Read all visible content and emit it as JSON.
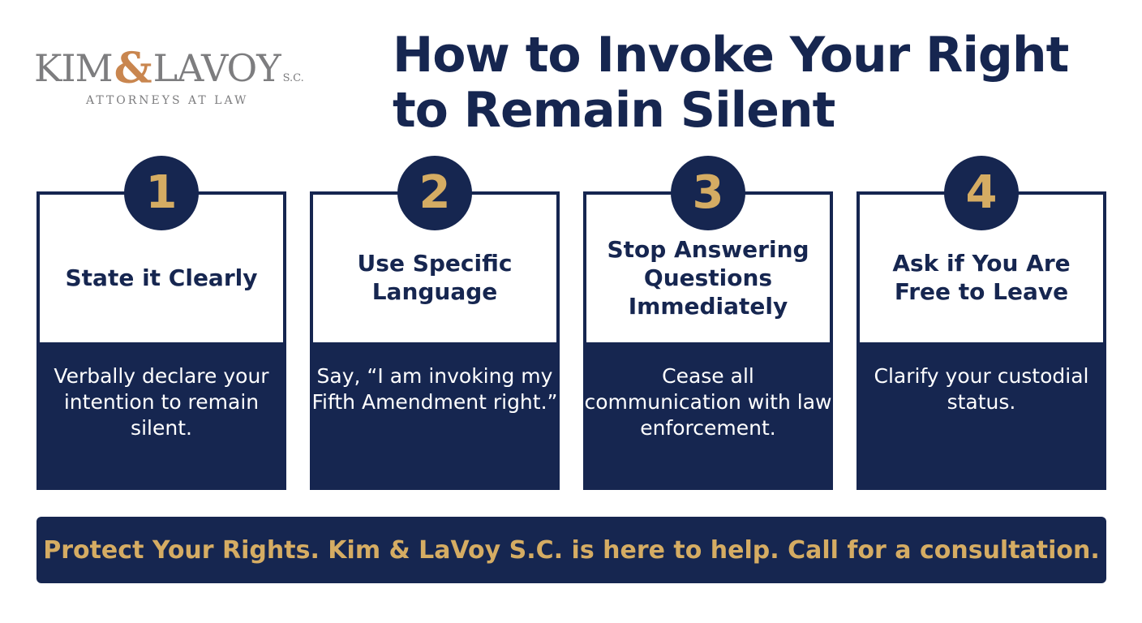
{
  "logo": {
    "name_left": "KIM",
    "ampersand": "&",
    "name_right": "LAVOY",
    "suffix": "S.C.",
    "tagline": "ATTORNEYS AT LAW"
  },
  "title": "How to Invoke Your Right to Remain Silent",
  "steps": [
    {
      "number": "1",
      "heading": "State it Clearly",
      "description": "Verbally declare your intention to remain silent."
    },
    {
      "number": "2",
      "heading": "Use Specific Language",
      "description": "Say, “I am invoking my Fifth Amendment right.”"
    },
    {
      "number": "3",
      "heading": "Stop Answering Questions Immediately",
      "description": "Cease all communication with law enforcement."
    },
    {
      "number": "4",
      "heading": "Ask if You Are Free to Leave",
      "description": "Clarify your custodial status."
    }
  ],
  "banner": "Protect Your Rights. Kim & LaVoy S.C. is here to help. Call for a consultation.",
  "colors": {
    "navy": "#162650",
    "gold": "#d5ac63",
    "copper": "#c9864f",
    "gray": "#7d7d7f"
  }
}
